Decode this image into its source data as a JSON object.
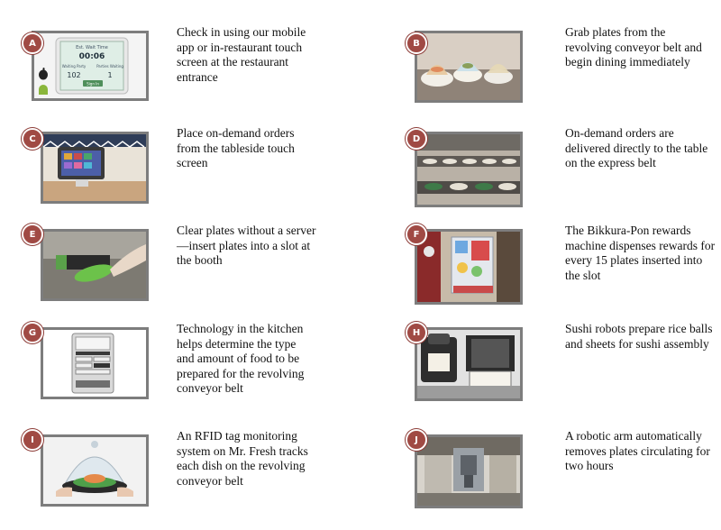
{
  "steps": [
    {
      "letter": "A",
      "text": "Check in using our mobile app or in-restaurant touch screen at the restaurant entrance",
      "screen": {
        "title": "Est. Wait Time",
        "time": "00:06",
        "label1": "Waiting Party",
        "label2": "Parties Waiting",
        "val1": "102",
        "val2": "1",
        "btn": "Sign In"
      }
    },
    {
      "letter": "B",
      "text": "Grab plates from the revolving conveyor belt and begin dining immediately"
    },
    {
      "letter": "C",
      "text": "Place on-demand orders from the tableside touch screen"
    },
    {
      "letter": "D",
      "text": "On-demand orders are delivered directly to the table on the express belt"
    },
    {
      "letter": "E",
      "text": "Clear plates without a server—insert plates into a slot at the booth"
    },
    {
      "letter": "F",
      "text": "The Bikkura-Pon rewards machine dispenses rewards for every 15 plates inserted into the slot"
    },
    {
      "letter": "G",
      "text": "Technology in the kitchen helps determine the type and amount of food to be prepared for the revolving conveyor belt"
    },
    {
      "letter": "H",
      "text": "Sushi robots prepare rice balls and sheets for sushi assembly"
    },
    {
      "letter": "I",
      "text": "An RFID tag monitoring system on Mr. Fresh tracks each dish on the revolving conveyor belt"
    },
    {
      "letter": "J",
      "text": "A robotic arm automatically removes plates circulating for two hours"
    }
  ]
}
